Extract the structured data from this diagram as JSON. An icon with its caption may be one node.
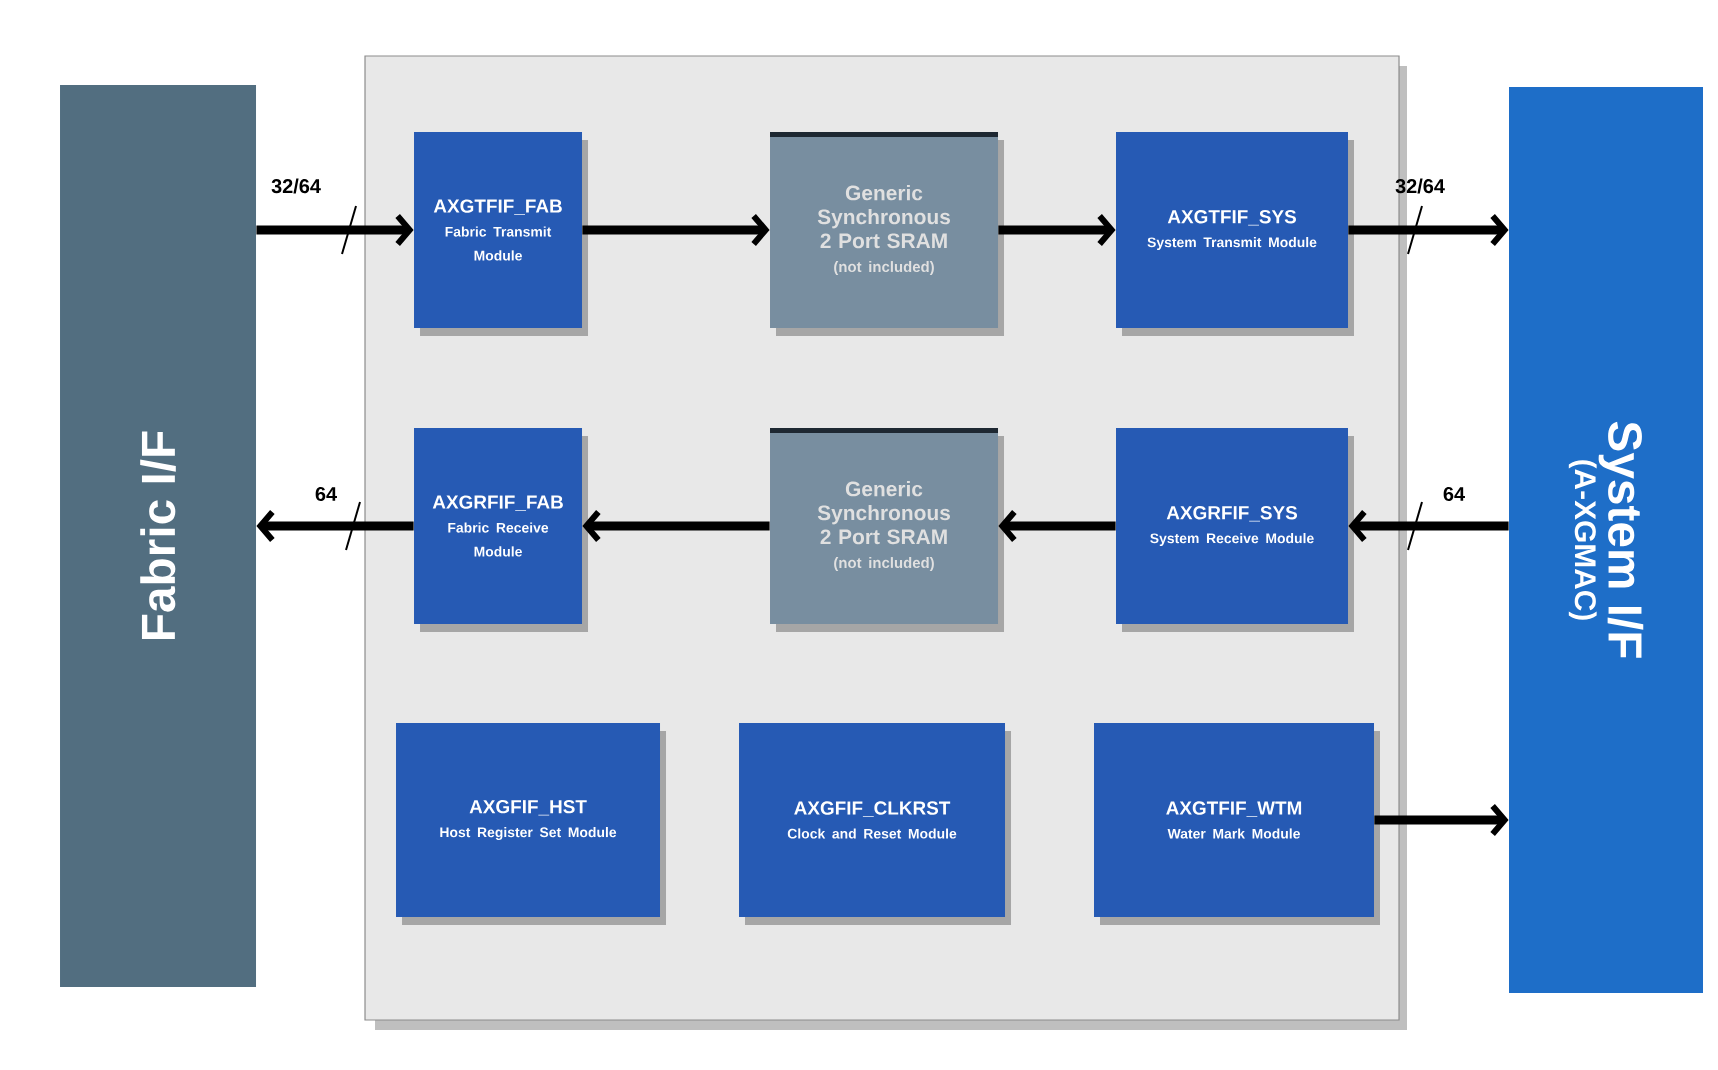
{
  "diagram": {
    "nodes": [
      {
        "text": [
          "Fabric I/F"
        ]
      },
      {
        "text": [],
        "shape": "box"
      },
      {
        "text": [
          "AXGTFIF_FAB",
          "Fabric Transmit Module"
        ],
        "in": 1
      },
      {
        "text": [
          "Generic Synchronous 2 Port SRAM",
          "(not included)"
        ],
        "in": 1
      },
      {
        "text": [
          "AXGTFIF_SYS",
          "System Transmit Module"
        ],
        "in": 1
      },
      {
        "text": [
          "System I/F",
          "(A-XGMAC)"
        ]
      },
      {
        "text": [
          "AXGRFIF_FAB",
          "Fabric Receive Module"
        ],
        "in": 1
      },
      {
        "text": [
          "Generic Synchronous 2 Port SRAM",
          "(not included)"
        ],
        "in": 1
      },
      {
        "text": [
          "AXGRFIF_SYS",
          "System Receive Module"
        ],
        "in": 1
      },
      {
        "text": [
          "AXGFIF_HST",
          "Host Register Set Module"
        ],
        "in": 1
      },
      {
        "text": [
          "AXGFIF_CLKRST",
          "Clock and Reset Module"
        ],
        "in": 1
      },
      {
        "text": [
          "AXGTFIF_WTM",
          "Water Mark Module"
        ],
        "in": 1
      }
    ],
    "edges": [
      {
        "from": 0,
        "to": 2,
        "arrow": "to",
        "label": "32/64"
      },
      {
        "from": 2,
        "to": 3,
        "arrow": "to"
      },
      {
        "from": 3,
        "to": 4,
        "arrow": "to"
      },
      {
        "from": 4,
        "to": 5,
        "arrow": "to",
        "label": "32/64"
      },
      {
        "from": 5,
        "to": 8,
        "arrow": "to",
        "label": "64"
      },
      {
        "from": 8,
        "to": 7,
        "arrow": "to"
      },
      {
        "from": 7,
        "to": 6,
        "arrow": "to"
      },
      {
        "from": 6,
        "to": 0,
        "arrow": "to",
        "label": "64"
      },
      {
        "from": 11,
        "to": 5,
        "arrow": "to"
      }
    ]
  }
}
